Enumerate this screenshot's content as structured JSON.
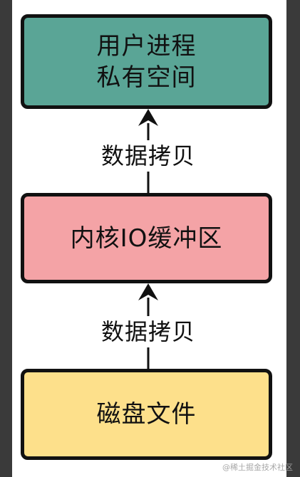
{
  "diagram": {
    "boxes": {
      "user_space": {
        "lines": [
          "用户进程",
          "私有空间"
        ],
        "color": "#5aa596"
      },
      "kernel_buffer": {
        "lines": [
          "内核IO缓冲区"
        ],
        "color": "#f4a3a6"
      },
      "disk_file": {
        "lines": [
          "磁盘文件"
        ],
        "color": "#fde08b"
      }
    },
    "arrows": [
      {
        "label": "数据拷贝",
        "from": "kernel_buffer",
        "to": "user_space"
      },
      {
        "label": "数据拷贝",
        "from": "disk_file",
        "to": "kernel_buffer"
      }
    ]
  },
  "watermark": "@稀土掘金技术社区"
}
